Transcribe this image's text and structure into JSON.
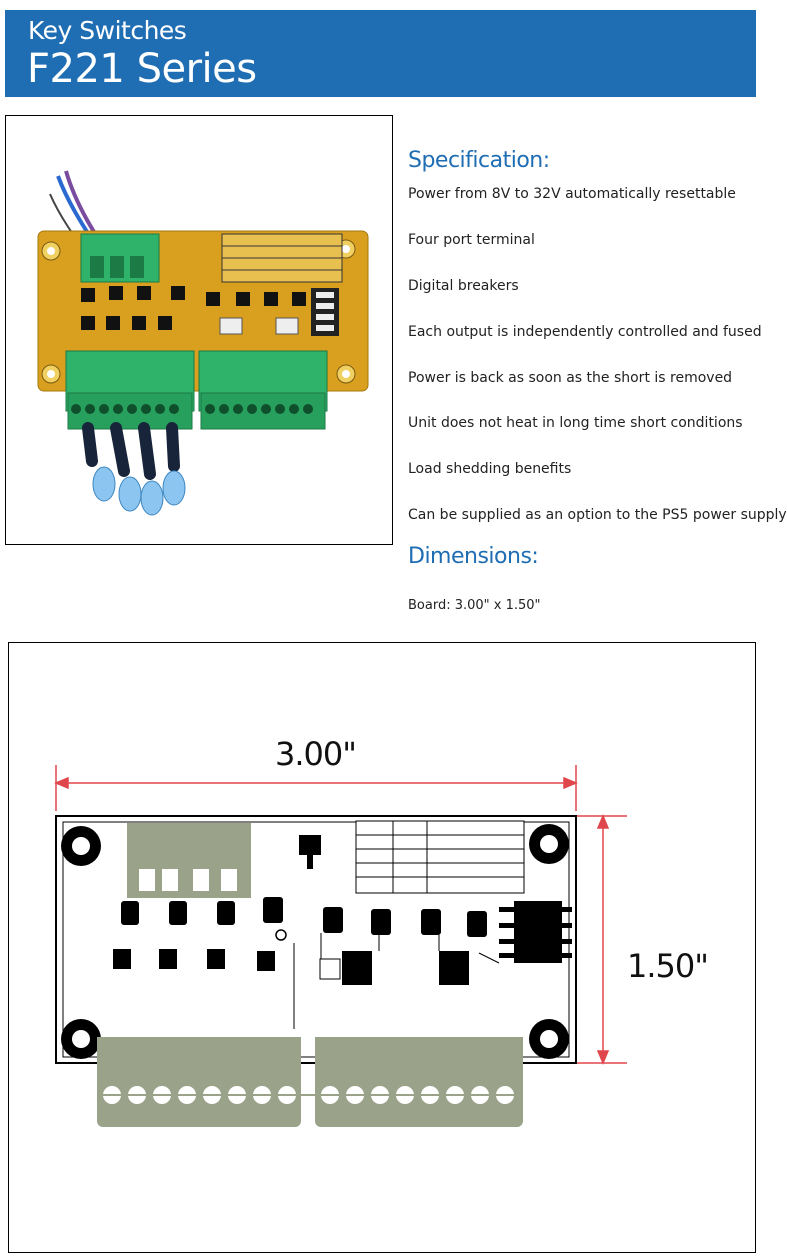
{
  "header": {
    "subtitle": "Key Switches",
    "title": "F221 Series"
  },
  "specification": {
    "heading": "Specification:",
    "items": [
      "Power from 8V to 32V automatically resettable",
      "Four port terminal",
      "Digital breakers",
      "Each output is independently controlled and fused",
      "Power is back as soon as the short is removed",
      "Unit does not heat in long time short conditions",
      "Load shedding benefits",
      "Can be supplied as an option to the PS5 power supply"
    ]
  },
  "dimensions": {
    "heading": "Dimensions:",
    "board": "Board: 3.00\" x 1.50\""
  },
  "drawing": {
    "width_label": "3.00\"",
    "height_label": "1.50\""
  },
  "colors": {
    "brand_blue": "#1f6db3",
    "pcb_yellow": "#d9a020",
    "connector_green": "#2fb36a",
    "terminal_gray": "#9aa38a",
    "dimension_red": "#e0474c"
  }
}
